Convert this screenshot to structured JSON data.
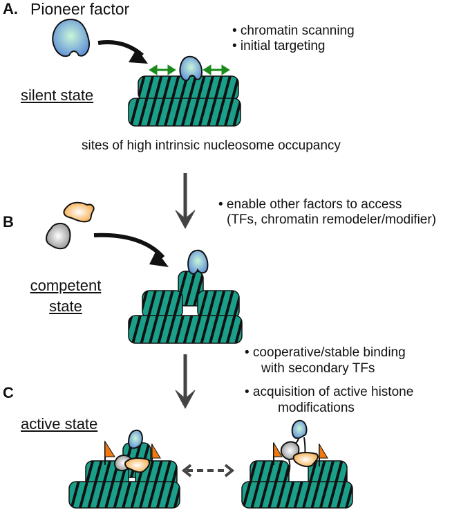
{
  "panels": {
    "a": {
      "label": "A.",
      "title": "Pioneer factor",
      "state": "silent state",
      "bullets": [
        "• chromatin scanning",
        "• initial targeting"
      ],
      "caption": "sites of high intrinsic nucleosome occupancy"
    },
    "b": {
      "label": "B",
      "state_line1": "competent",
      "state_line2": "state",
      "bullets": [
        "• enable other factors to access",
        "(TFs, chromatin remodeler/modifier)"
      ]
    },
    "c": {
      "label": "C",
      "state": "active state",
      "bullets": [
        "• cooperative/stable binding",
        "with secondary TFs",
        "• acquisition of active histone",
        "modifications"
      ]
    }
  },
  "colors": {
    "nucleosome": "#1aa08a",
    "nucleosome_stripe": "#111111",
    "pioneer_factor": "#7fb2e0",
    "pioneer_center": "#c8f5d8",
    "secondary_tf_orange": "#f7b04a",
    "secondary_tf_gray": "#9a9a9a",
    "scan_arrow": "#1a8a1a",
    "flag": "#f07a10",
    "flow_arrow": "#444444"
  }
}
